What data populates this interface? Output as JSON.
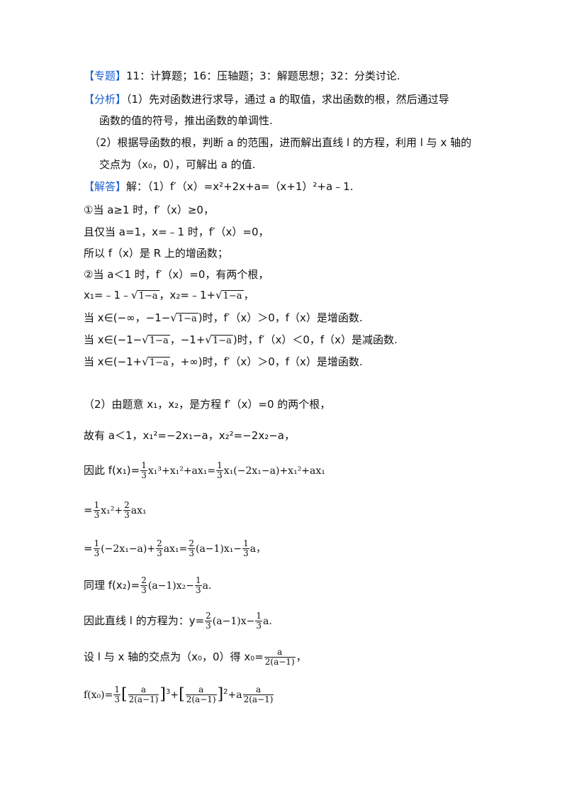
{
  "zhuanti": {
    "tag": "【专题】",
    "text": "11：计算题；16：压轴题；3：解题思想；32：分类讨论."
  },
  "fenxi": {
    "tag": "【分析】",
    "line1": "（1）先对函数进行求导，通过 a 的取值，求出函数的根，然后通过导",
    "line2": "函数的值的符号，推出函数的单调性.",
    "line3": "（2）根据导函数的根，判断 a 的范围，进而解出直线 l 的方程，利用 l 与 x 轴的",
    "line4": "交点为（x₀，0），可解出 a 的值."
  },
  "jieda": {
    "tag": "【解答】",
    "text": "解：（1）f′（x）=x²+2x+a=（x+1）²+a﹣1."
  },
  "part1": {
    "l1": "①当 a≥1 时，f′（x）≥0，",
    "l2": "且仅当 a=1，x=﹣1 时，f′（x）=0，",
    "l3": "所以 f（x）是 R 上的增函数；",
    "l4": "②当 a＜1 时，f′（x）=0，有两个根，",
    "roots_a": "x₁=﹣1﹣",
    "roots_b": "，x₂=﹣1+",
    "roots_c": "，",
    "sqrt": "1−a",
    "i1_a": "当 x∈(−∞，−1−",
    "i1_b": ")时，f′（x）＞0，f（x）是增函数.",
    "i2_a": "当 x∈(−1−",
    "i2_b": "，−1+",
    "i2_c": ")时，f′（x）＜0，f（x）是减函数.",
    "i3_a": "当 x∈(−1+",
    "i3_b": "，+∞)时，f′（x）＞0，f（x）是增函数."
  },
  "part2": {
    "l1": "（2）由题意 x₁，x₂，是方程 f′（x）=0 的两个根，",
    "l2": "故有 a＜1，x₁²=−2x₁−a，x₂²=−2x₂−a，",
    "l3_a": "因此 f(x₁)=",
    "l3_b": "x₁³+x₁²+ax₁=",
    "l3_c": "x₁(−2x₁−a)+x₁²+ax₁",
    "l4_a": "=",
    "l4_b": "x₁²+",
    "l4_c": "ax₁",
    "l5_a": "=",
    "l5_b": "(−2x₁−a)+",
    "l5_c": "ax₁=",
    "l5_d": "(a−1)x₁−",
    "l5_e": "a，",
    "l6_a": "同理 f(x₂)=",
    "l6_b": "(a−1)x₂−",
    "l6_c": "a.",
    "l7_a": "因此直线 l 的方程为：y=",
    "l7_b": "(a−1)x−",
    "l7_c": "a.",
    "l8_a": "设 l 与 x 轴的交点为（x₀，0）得 x₀=",
    "l8_b": "，",
    "l9_a": "f(x₀)=",
    "l9_b": "+",
    "l9_c": "+a",
    "f_one": "1",
    "f_two": "2",
    "f_three": "3",
    "f_a": "a",
    "f_den": "2(a−1)",
    "lb": "[",
    "rb": "]"
  }
}
